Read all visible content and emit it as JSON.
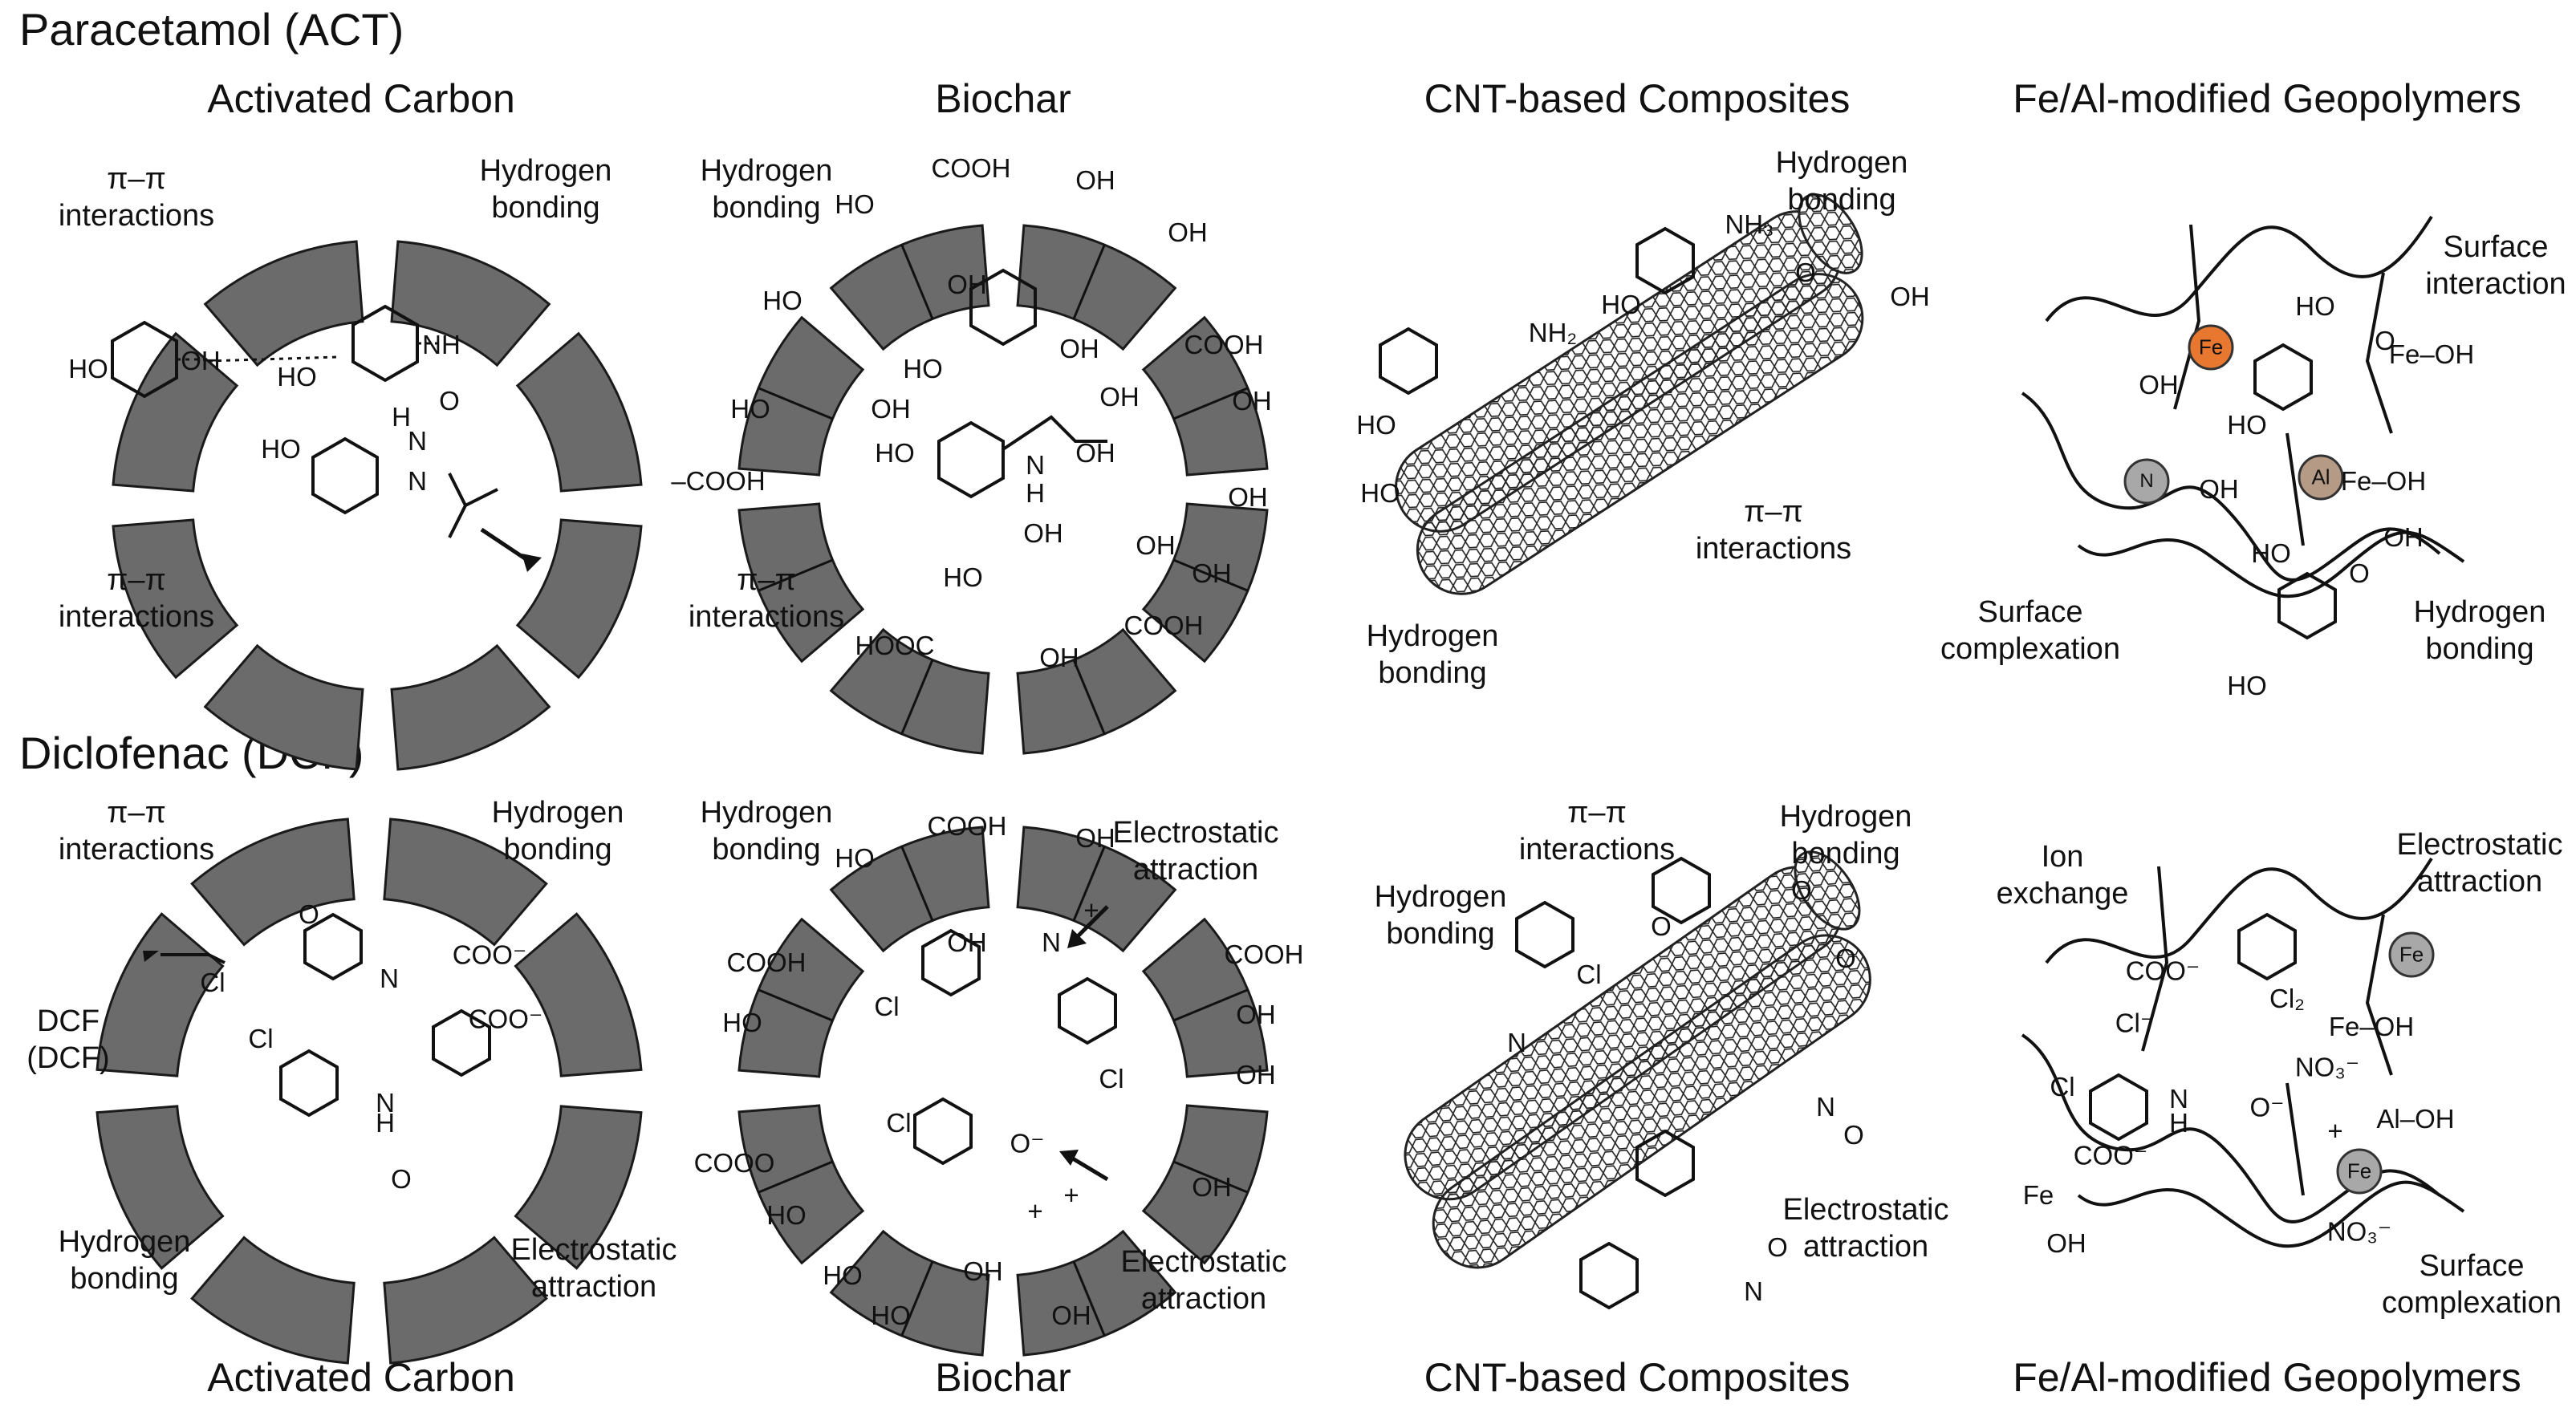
{
  "rows": [
    {
      "title": "Paracetamol (ACT)",
      "columns": [
        {
          "title": "Activated Carbon",
          "labels": [
            "π–π\ninteractions",
            "Hydrogen\nbonding",
            "π–π\ninteractions"
          ],
          "groups": [
            "HO",
            "OH",
            "HO",
            "NH",
            "HO",
            "H",
            "N",
            "N",
            "O"
          ]
        },
        {
          "title": "Biochar",
          "labels": [
            "Hydrogen\nbonding",
            "π–π\ninteractions"
          ],
          "groups": [
            "HO",
            "COOH",
            "OH",
            "OH",
            "OH",
            "HO",
            "HO",
            "OH",
            "COOH",
            "HO",
            "OH",
            "OH",
            "–COOH",
            "HO",
            "N",
            "H",
            "OH",
            "OH",
            "OH",
            "HOOC",
            "OH",
            "COOH",
            "OH",
            "OH",
            "HO",
            "OH"
          ]
        },
        {
          "title": "CNT-based Composites",
          "labels": [
            "Hydrogen\nbonding",
            "π–π\ninteractions",
            "Hydrogen\nbonding"
          ],
          "groups": [
            "NH₃",
            "HO",
            "NH₂",
            "HO",
            "HO",
            "O",
            "OH"
          ]
        },
        {
          "title": "Fe/Al-modified Geopolymers",
          "labels": [
            "Surface\ninteraction",
            "Surface\ncomplexation",
            "Hydrogen\nbonding"
          ],
          "groups": [
            "Fe",
            "HO",
            "Fe–OH",
            "OH",
            "HO",
            "N",
            "OH",
            "Al",
            "Fe–OH",
            "OH",
            "HO",
            "HO",
            "O",
            "O"
          ]
        }
      ]
    },
    {
      "title": "Diclofenac (DCF)",
      "columns": [
        {
          "title": "Activated Carbon",
          "labels": [
            "π–π\ninteractions",
            "Hydrogen\nbonding",
            "DCF\n(DCF)",
            "Hydrogen\nbonding",
            "Electrostatic\nattraction"
          ],
          "groups": [
            "O",
            "Cl",
            "N",
            "COO⁻",
            "Cl",
            "COO⁻",
            "N",
            "H",
            "O"
          ]
        },
        {
          "title": "Biochar",
          "labels": [
            "Hydrogen\nbonding",
            "Electrostatic\nattraction",
            "Electrostatic\nattraction"
          ],
          "groups": [
            "HO",
            "COOH",
            "OH",
            "OH",
            "COOH",
            "COOH",
            "HO",
            "Cl",
            "N",
            "OH",
            "COOO",
            "Cl",
            "OH",
            "Cl",
            "O⁻",
            "OH",
            "HO",
            "HO",
            "OH",
            "HO",
            "OH",
            "+",
            "+",
            "+"
          ]
        },
        {
          "title": "CNT-based Composites",
          "labels": [
            "π–π\ninteractions",
            "Hydrogen\nbonding",
            "Hydrogen\nbonding",
            "Electrostatic\nattraction"
          ],
          "groups": [
            "O",
            "Cl",
            "N",
            "O",
            "O",
            "N",
            "O",
            "O",
            "N"
          ]
        },
        {
          "title": "Fe/Al-modified Geopolymers",
          "labels": [
            "Ion\nexchange",
            "Electrostatic\nattraction",
            "Surface\ncomplexation"
          ],
          "groups": [
            "COO⁻",
            "Cl⁻",
            "Cl₂",
            "Fe",
            "Fe–OH",
            "NO₃⁻",
            "Cl",
            "N",
            "H",
            "O⁻",
            "Al–OH",
            "Fe",
            "COO⁻",
            "OH",
            "Fe",
            "NO₃⁻",
            "+"
          ]
        }
      ]
    }
  ],
  "colors": {
    "segment": "#6b6b6b",
    "segment_stroke": "#1a1a1a",
    "fe": "#e8782f",
    "al": "#b59a86",
    "metal_grey": "#a8a8a8"
  }
}
